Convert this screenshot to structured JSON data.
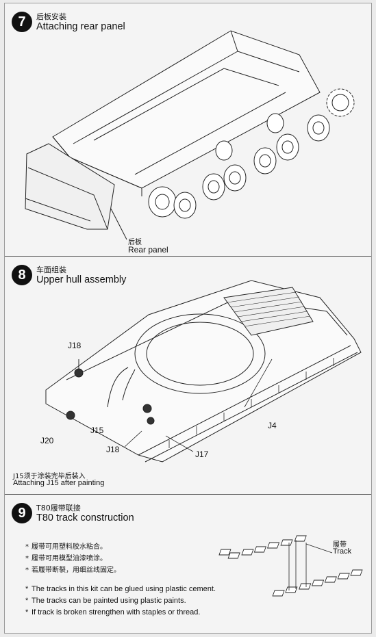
{
  "step7": {
    "number": "7",
    "title_cn": "后板安装",
    "title_en": "Attaching rear panel",
    "callout_cn": "后板",
    "callout_en": "Rear panel"
  },
  "step8": {
    "number": "8",
    "title_cn": "车面组装",
    "title_en": "Upper hull assembly",
    "parts": {
      "j18_top": "J18",
      "j15": "J15",
      "j20": "J20",
      "j18_bottom": "J18",
      "j17": "J17",
      "j4": "J4"
    },
    "note_cn": "J15须于涂装完毕后装入",
    "note_en": "Attaching J15 after painting"
  },
  "step9": {
    "number": "9",
    "title_cn": "T80履带联接",
    "title_en": "T80 track construction",
    "track_cn": "履带",
    "track_en": "Track",
    "notes_cn": [
      "履带可用塑料胶水粘合。",
      "履带可用模型油漆喷涂。",
      "若履带断裂，用细丝线固定。"
    ],
    "notes_en": [
      "The tracks in this kit can be glued using plastic cement.",
      "The tracks can be painted using plastic paints.",
      "If track is broken strengthen with staples or thread."
    ]
  }
}
